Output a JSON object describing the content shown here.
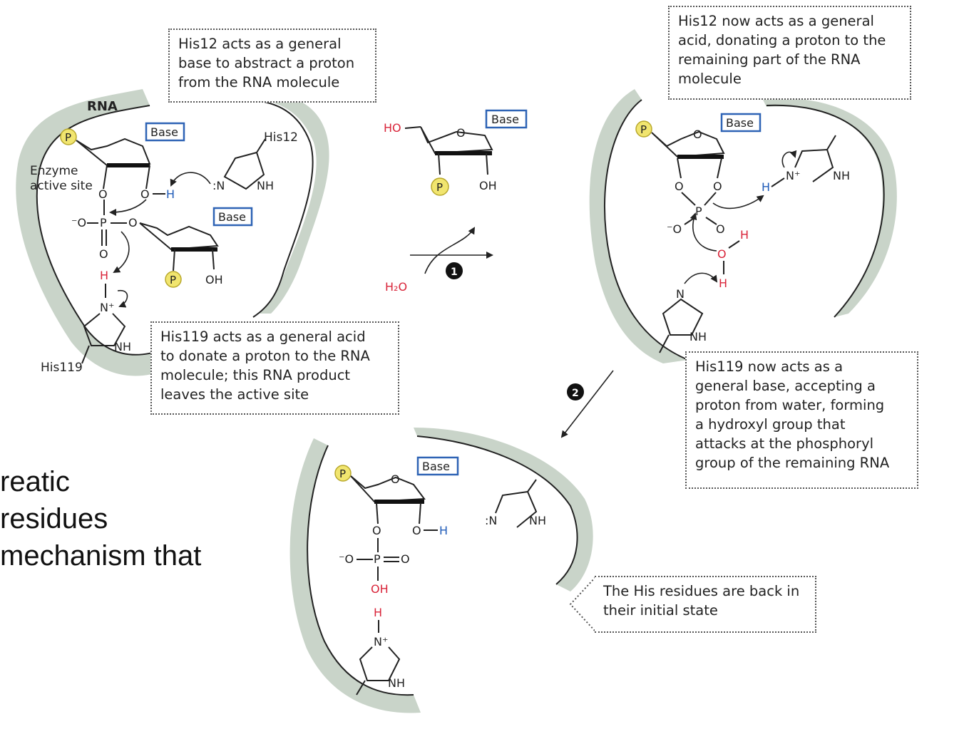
{
  "background_text": {
    "line1": "reatic",
    "line2": " residues",
    "line3": "mechanism that"
  },
  "panel_a": {
    "rna_label": "RNA",
    "enzyme_label_1": "Enzyme",
    "enzyme_label_2": "active site",
    "his12_label": "His12",
    "his119_label": "His119",
    "base_top": "Base",
    "base_lower": "Base",
    "p_top": "P",
    "p_lower": "P",
    "oh_label": "OH",
    "h_blue": "H",
    "h_red": "H",
    "nh": "NH",
    "nh2": "NH"
  },
  "panel_mid": {
    "ho_label": "HO",
    "base": "Base",
    "p": "P",
    "oh": "OH",
    "water": "H₂O",
    "step": "1"
  },
  "panel_b": {
    "base": "Base",
    "p": "P",
    "h_blue": "H",
    "nh": "NH",
    "nh2": "NH",
    "h_red_1": "H",
    "h_red_2": "H"
  },
  "step2": "2",
  "panel_c": {
    "base": "Base",
    "p": "P",
    "oh_red": "OH",
    "h_blue": "H",
    "h_red": "H",
    "nh": "NH",
    "nh2": "NH"
  },
  "callouts": {
    "his12_base": [
      "His12 acts as a general",
      "base to abstract a proton",
      "from the RNA molecule"
    ],
    "his119_acid": [
      "His119 acts as a general acid",
      "to donate a proton to the RNA",
      "molecule; this RNA product",
      "leaves the active site"
    ],
    "his12_acid": [
      "His12 now acts as a general",
      "acid, donating a proton to the",
      "remaining part of the RNA",
      "molecule"
    ],
    "his119_base": [
      "His119 now acts as a",
      "general base, accepting a",
      "proton from water, forming",
      "a hydroxyl group that",
      "attacks at the phosphoryl",
      "group of the remaining RNA"
    ],
    "his_back": [
      "The His residues are back in",
      "their initial state"
    ]
  },
  "colors": {
    "enzyme_fill": "#c9d4c9",
    "base_box": "#2e63b5",
    "phosphate": "#f1e56f",
    "red": "#d9253a",
    "blue": "#1f5bb8"
  }
}
